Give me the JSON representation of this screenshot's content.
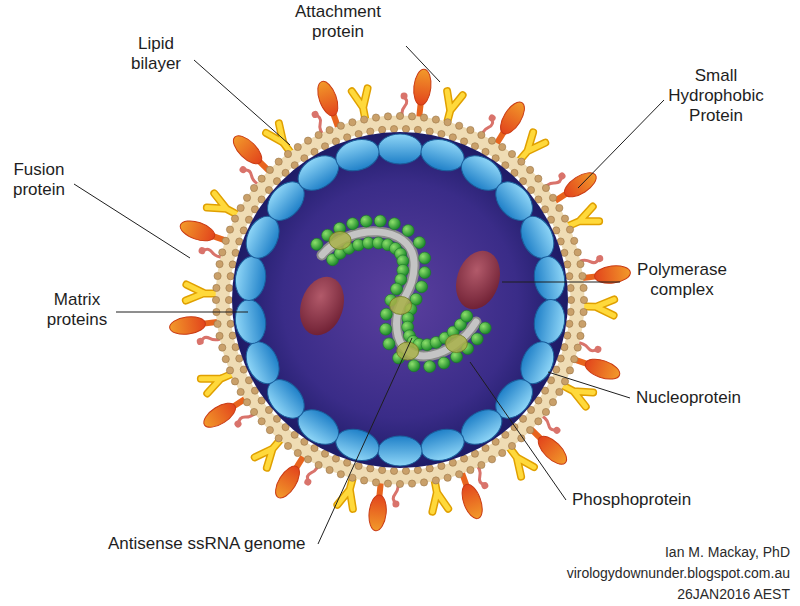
{
  "diagram": {
    "labels": [
      "Attachment protein",
      "Lipid bilayer",
      "Small Hydrophobic Protein",
      "Fusion protein",
      "Matrix proteins",
      "Polymerase complex",
      "Nucleoprotein",
      "Phosphoprotein",
      "Antisense ssRNA genome",
      "Ian M. Mackay, PhD",
      "virologydownunder.blogspot.com.au",
      "26JAN2016 AEST"
    ]
  }
}
